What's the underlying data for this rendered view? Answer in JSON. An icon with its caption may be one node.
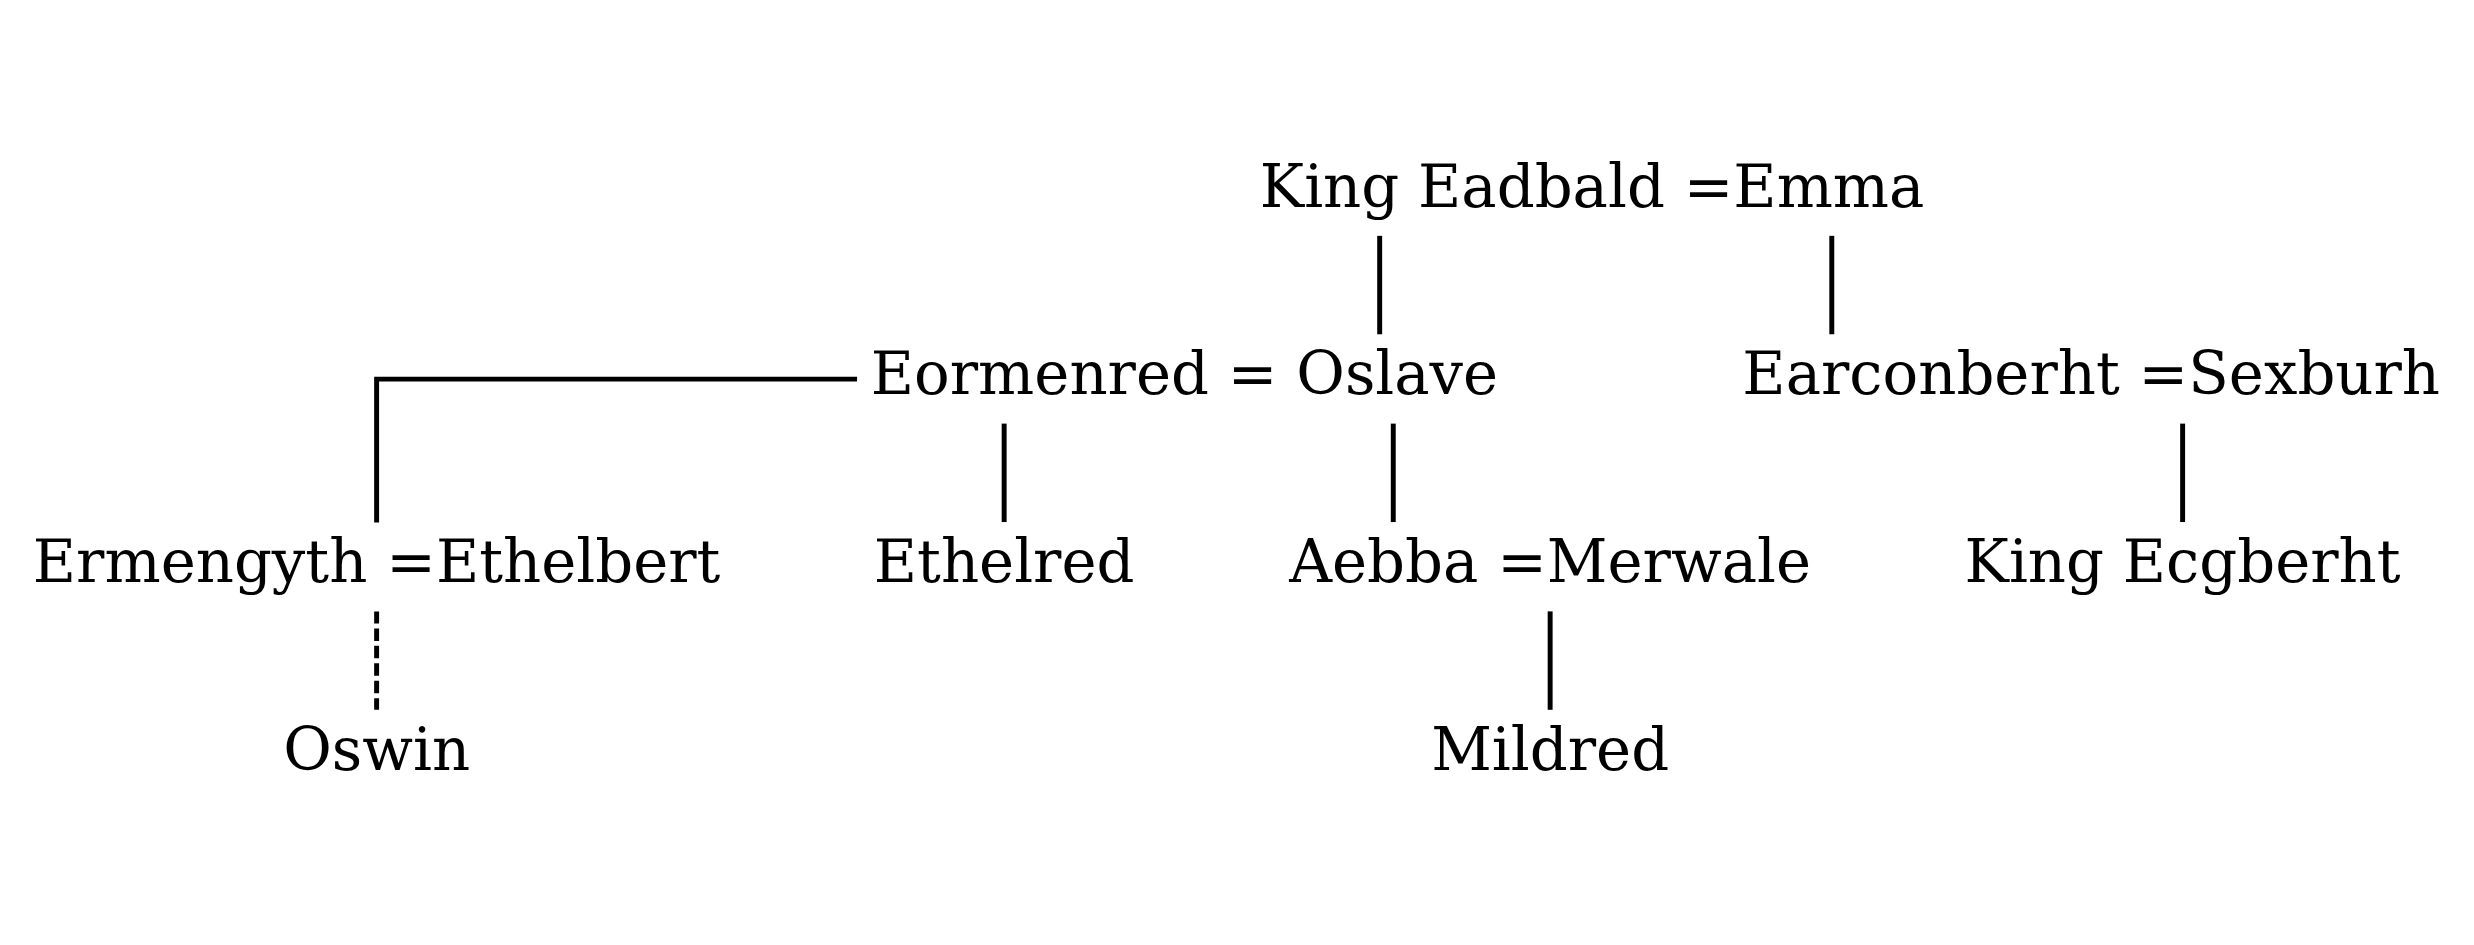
{
  "diagram": {
    "nodes": [
      {
        "text": [
          "King Eadbald =Emma"
        ]
      },
      {
        "text": [
          "Eormenred = Oslave"
        ]
      },
      {
        "text": [
          "Earconberht =Sexburh"
        ]
      },
      {
        "text": [
          "Ethelred"
        ]
      },
      {
        "text": [
          "Ermengyth =Ethelbert"
        ]
      },
      {
        "text": [
          "Aebba =Merwale"
        ]
      },
      {
        "text": [
          "King Ecgberht"
        ]
      },
      {
        "text": [
          "Oswin"
        ]
      },
      {
        "text": [
          "Mildred"
        ]
      }
    ],
    "edges": [
      {
        "from": 0,
        "to": 1,
        "arrow": "none"
      },
      {
        "from": 0,
        "to": 2,
        "arrow": "none"
      },
      {
        "from": 1,
        "to": 4,
        "arrow": "none"
      },
      {
        "from": 1,
        "to": 3,
        "arrow": "none"
      },
      {
        "from": 1,
        "to": 5,
        "arrow": "none"
      },
      {
        "from": 2,
        "to": 6,
        "arrow": "none"
      },
      {
        "from": 4,
        "to": 7,
        "arrow": "none",
        "style": "dashed"
      },
      {
        "from": 5,
        "to": 8,
        "arrow": "none"
      }
    ]
  }
}
